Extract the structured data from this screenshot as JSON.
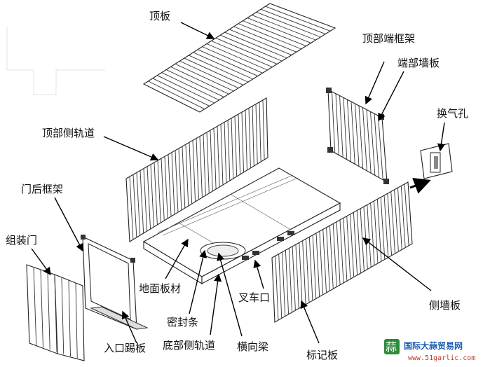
{
  "labels": {
    "roof_panel": "顶板",
    "top_end_frame": "顶部端框架",
    "end_wall_panel": "端部墙板",
    "vent_hole": "换气孔",
    "top_side_rail": "顶部侧轨道",
    "door_rear_frame": "门后框架",
    "door_assembly": "组装门",
    "floor_panel": "地面板材",
    "seal_strip": "密封条",
    "bottom_side_rail": "底部侧轨道",
    "cross_member": "横向梁",
    "forklift_pocket": "叉车口",
    "side_wall_panel": "侧墙板",
    "marking_panel": "标记板",
    "entrance_kick_plate": "入口踢板"
  },
  "watermark": {
    "site_name": "国际大蒜贸易网",
    "url": "www.51garlic.com",
    "logo_glyph": "蒜"
  }
}
